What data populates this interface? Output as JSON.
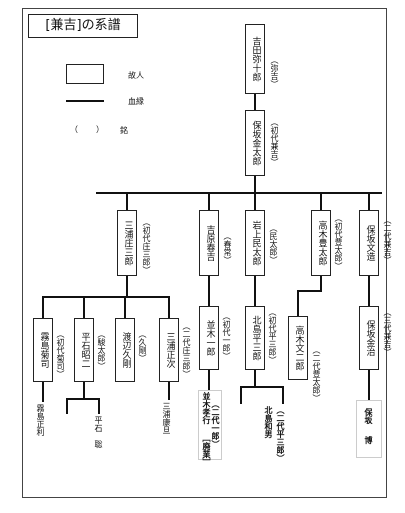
{
  "title": "[兼吉]の系譜",
  "legend": {
    "box_label": "故人",
    "line_label": "血縁",
    "paren_open": "（",
    "paren_close": "）",
    "paren_label": "銘"
  },
  "people": {
    "yoshida": {
      "name": "吉田弥十郎",
      "mei": "（弥吉）"
    },
    "hosaka_kintaro": {
      "name": "保坂金太郎",
      "mei": "（初代兼吉）"
    },
    "miura_shozaburo": {
      "name": "三浦庄三郎",
      "mei": "（初代庄三郎）"
    },
    "yoshiwara": {
      "name": "吉原春吉",
      "mei": "（春常）"
    },
    "iwakami": {
      "name": "岩上民太郎",
      "mei": "（民太郎）"
    },
    "takagi_toyotaro": {
      "name": "高木豊太郎",
      "mei": "（初代豊太郎）"
    },
    "hosaka_fumizo": {
      "name": "保坂文造",
      "mei": "（二代兼吉）"
    },
    "kirishima_kikuji": {
      "name": "霧島菊司",
      "mei": "（初代菊司）"
    },
    "hiraishi_shoji": {
      "name": "平石昭二",
      "mei": "（駿太郎）"
    },
    "watanabe_hisatsuyoshi": {
      "name": "渡辺久剛",
      "mei": "（久剛）"
    },
    "miura_masatsugu": {
      "name": "三浦正次",
      "mei": "（二代庄三郎）"
    },
    "namiki_ichiro": {
      "name": "並木一郎",
      "mei": "（初代一郎）"
    },
    "kitajima_heizaburo": {
      "name": "北島平三郎",
      "mei": "（初代平三郎）"
    },
    "takagi_bunjiro": {
      "name": "高木文二郎",
      "mei": "（二代豊太郎）"
    },
    "hosaka_kinji": {
      "name": "保坂金治",
      "mei": "（三代兼吉）"
    }
  },
  "descendants": {
    "kirishima_masatoshi": "霧島正利",
    "hiraishi_satoshi": "平石　聡",
    "miura_yasuaki": "三浦康旦",
    "namiki_takayuki": "並木孝行",
    "namiki_note": "（二代一郎）",
    "namiki_haigyo": "［廃業］",
    "kitajima_kazuo": "北島和男",
    "kitajima_note": "（二代平三郎）",
    "hosaka_hiroshi_1": "保坂",
    "hosaka_hiroshi_2": "博"
  }
}
